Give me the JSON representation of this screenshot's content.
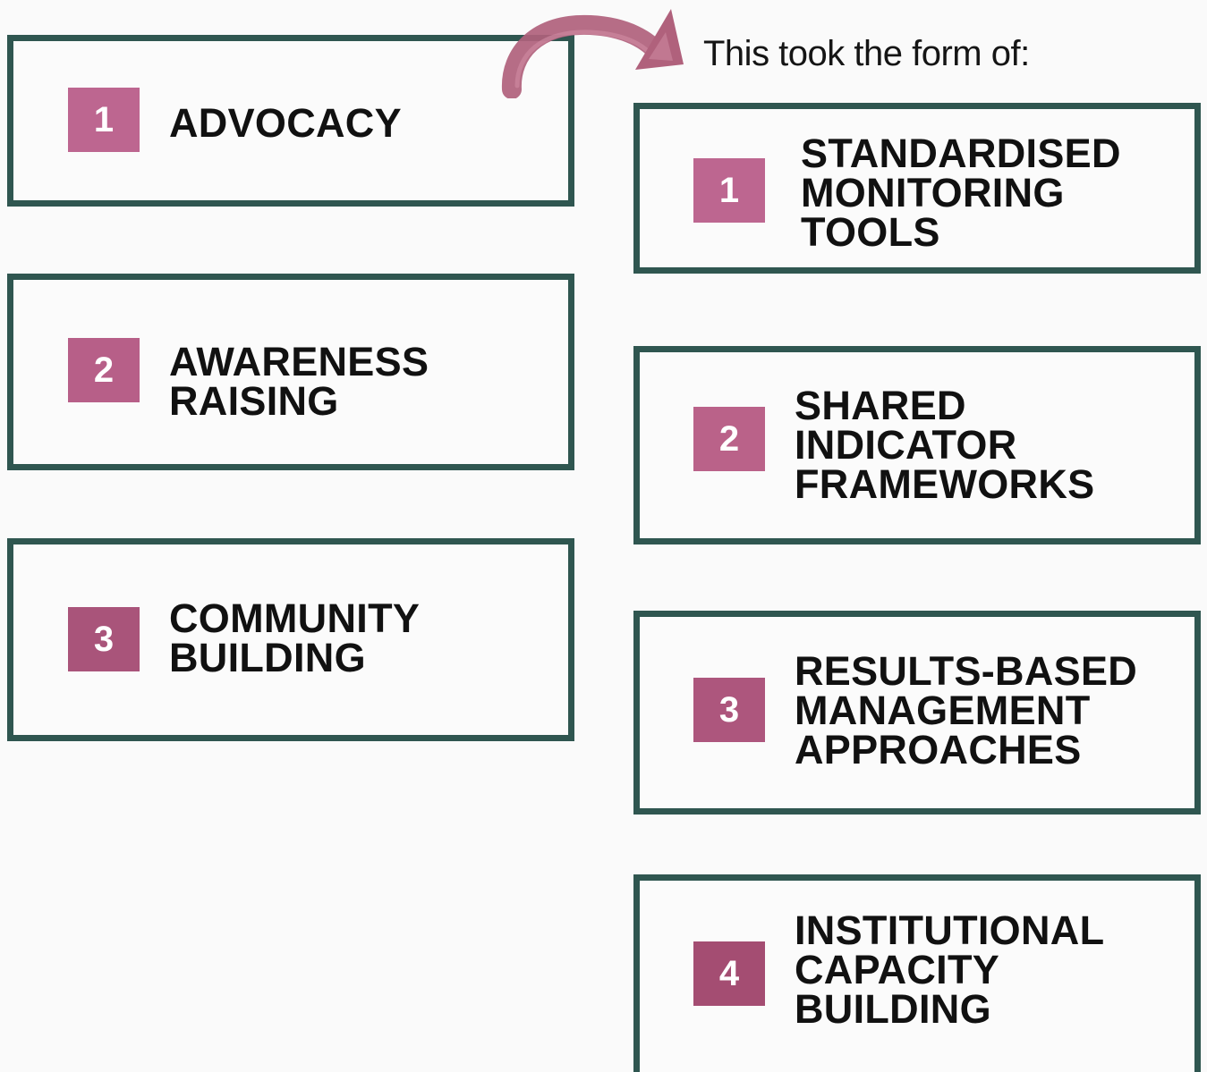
{
  "heading": "This took the form of:",
  "colors": {
    "border": "#2f5650",
    "badge": "#b5577f",
    "badge_dark": "#a44d72",
    "arrow": "#b0617c"
  },
  "left_items": [
    {
      "number": "1",
      "label": "ADVOCACY"
    },
    {
      "number": "2",
      "label": "AWARENESS\nRAISING"
    },
    {
      "number": "3",
      "label": "COMMUNITY\nBUILDING"
    }
  ],
  "right_items": [
    {
      "number": "1",
      "label": "STANDARDISED\nMONITORING\nTOOLS"
    },
    {
      "number": "2",
      "label": "SHARED\nINDICATOR\nFRAMEWORKS"
    },
    {
      "number": "3",
      "label": "RESULTS-BASED\nMANAGEMENT\nAPPROACHES"
    },
    {
      "number": "4",
      "label": "INSTITUTIONAL\nCAPACITY\nBUILDING"
    }
  ]
}
